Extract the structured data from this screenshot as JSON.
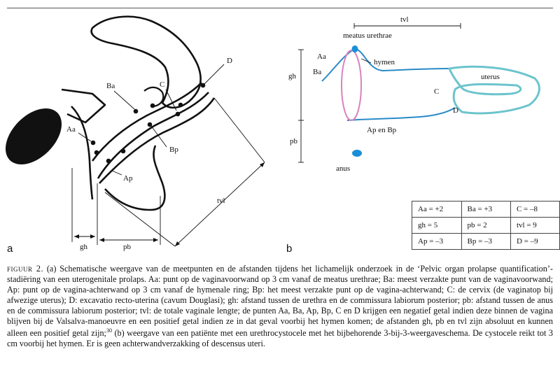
{
  "panels": {
    "a": "a",
    "b": "b"
  },
  "panel_a": {
    "points": {
      "Aa": "Aa",
      "Ba": "Ba",
      "C": "C",
      "D": "D",
      "Ap": "Ap",
      "Bp": "Bp"
    },
    "distances": {
      "gh": "gh",
      "pb": "pb",
      "tvl": "tvl"
    }
  },
  "panel_b": {
    "tvl": "tvl",
    "meatus": "meatus urethrae",
    "hymen": "hymen",
    "uterus": "uterus",
    "Aa": "Aa",
    "Ba": "Ba",
    "C": "C",
    "D": "D",
    "ApBp": "Ap en Bp",
    "gh": "gh",
    "pb": "pb",
    "anus": "anus",
    "colors": {
      "vagina": "#2a8ac8",
      "hymen": "#d883bd",
      "uterus": "#6cc4cc",
      "meatus": "#1a8fd6"
    }
  },
  "grid": {
    "rows": [
      [
        "Aa = +2",
        "Ba = +3",
        "C = –8"
      ],
      [
        "gh = 5",
        "pb = 2",
        "tvl = 9"
      ],
      [
        "Ap = –3",
        "Bp = –3",
        "D = –9"
      ]
    ]
  },
  "caption": {
    "label": "figuur 2.",
    "text": " (a) Schematische weergave van de meetpunten en de afstanden tijdens het lichamelijk onderzoek in de ‘Pelvic organ prolapse quantification’-stadiëring van een uterogenitale prolaps. Aa: punt op de vaginavoorwand op 3 cm vanaf de meatus urethrae; Ba: meest verzakte punt van de vaginavoorwand; Ap: punt op de vagina-achterwand op 3 cm vanaf de hymenale ring; Bp: het meest verzakte punt op de vagina-achterwand; C: de cervix (de vaginatop bij afwezige uterus); D: excavatio recto-uterina (cavum Douglasi); gh: afstand tussen de urethra en de commissura labiorum posterior; pb: afstand tussen de anus en de commissura labiorum posterior; tvl: de totale vaginale lengte; de punten Aa, Ba, Ap, Bp, C en D krijgen een negatief getal indien deze binnen de vagina blijven bij de Valsalva-manoeuvre en een positief getal indien ze in dat geval voorbij het hymen komen; de afstanden gh, pb en tvl zijn absoluut en kunnen alleen een positief getal zijn;",
    "ref": "30",
    "text2": " (b) weergave van een patiënte met een urethrocystocele met het bijbehorende 3-bij-3-weergaveschema. De cystocele reikt tot 3 cm voorbij het hymen. Er is geen achterwandverzakking of descensus uteri."
  }
}
